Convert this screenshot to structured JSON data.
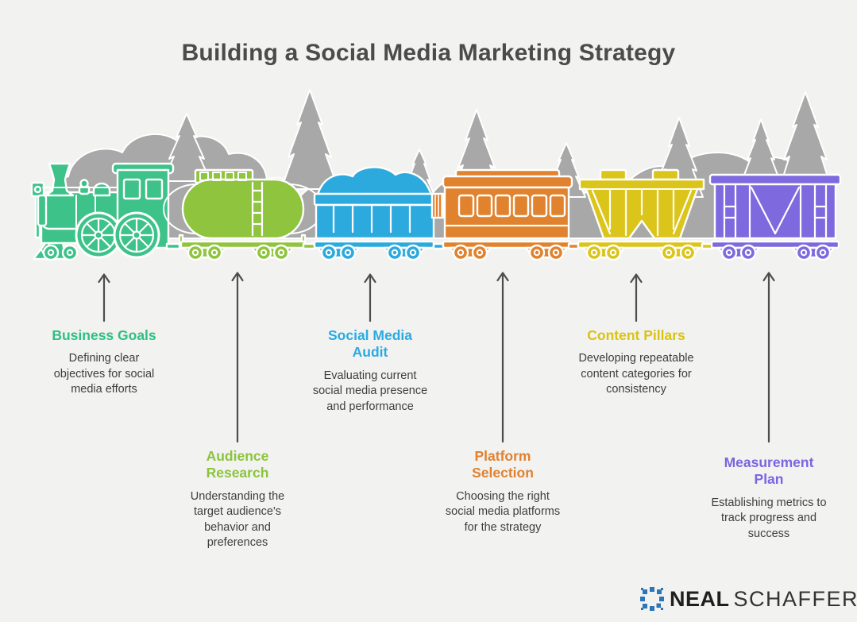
{
  "title": "Building a Social Media Marketing Strategy",
  "background": {
    "page_color": "#f2f2f0",
    "forest_color": "#a8a8a8",
    "arrow_color": "#4d4d4d"
  },
  "steps": [
    {
      "label": "Business Goals",
      "description": "Defining clear objectives for social media efforts",
      "color": "#2fbf82",
      "row": "top",
      "train_car": "locomotive"
    },
    {
      "label": "Audience\nResearch",
      "description": "Understanding the target audience's behavior and preferences",
      "color": "#8cc43c",
      "row": "bottom",
      "train_car": "tank-car"
    },
    {
      "label": "Social Media\nAudit",
      "description": "Evaluating current social media presence and performance",
      "color": "#29abe2",
      "row": "top",
      "train_car": "loaded-hopper-car"
    },
    {
      "label": "Platform\nSelection",
      "description": "Choosing the right social media platforms for the strategy",
      "color": "#e0812f",
      "row": "bottom",
      "train_car": "passenger-car"
    },
    {
      "label": "Content Pillars",
      "description": "Developing repeatable content categories for consistency",
      "color": "#d9c315",
      "row": "top",
      "train_car": "hopper-car"
    },
    {
      "label": "Measurement\nPlan",
      "description": "Establishing metrics to track progress and success",
      "color": "#7c64e0",
      "row": "bottom",
      "train_car": "boxcar"
    }
  ],
  "train": {
    "cars": [
      {
        "type": "locomotive",
        "color": "#3dc289"
      },
      {
        "type": "tank-car",
        "color": "#8fc43e"
      },
      {
        "type": "loaded-hopper-car",
        "color": "#2caade"
      },
      {
        "type": "passenger-car",
        "color": "#e0822e"
      },
      {
        "type": "hopper-car",
        "color": "#dbc51a"
      },
      {
        "type": "boxcar",
        "color": "#7e6ade"
      }
    ]
  },
  "logo": {
    "first_word": "NEAL",
    "second_word": "SCHAFFER",
    "icon_color": "#2e75b8"
  }
}
